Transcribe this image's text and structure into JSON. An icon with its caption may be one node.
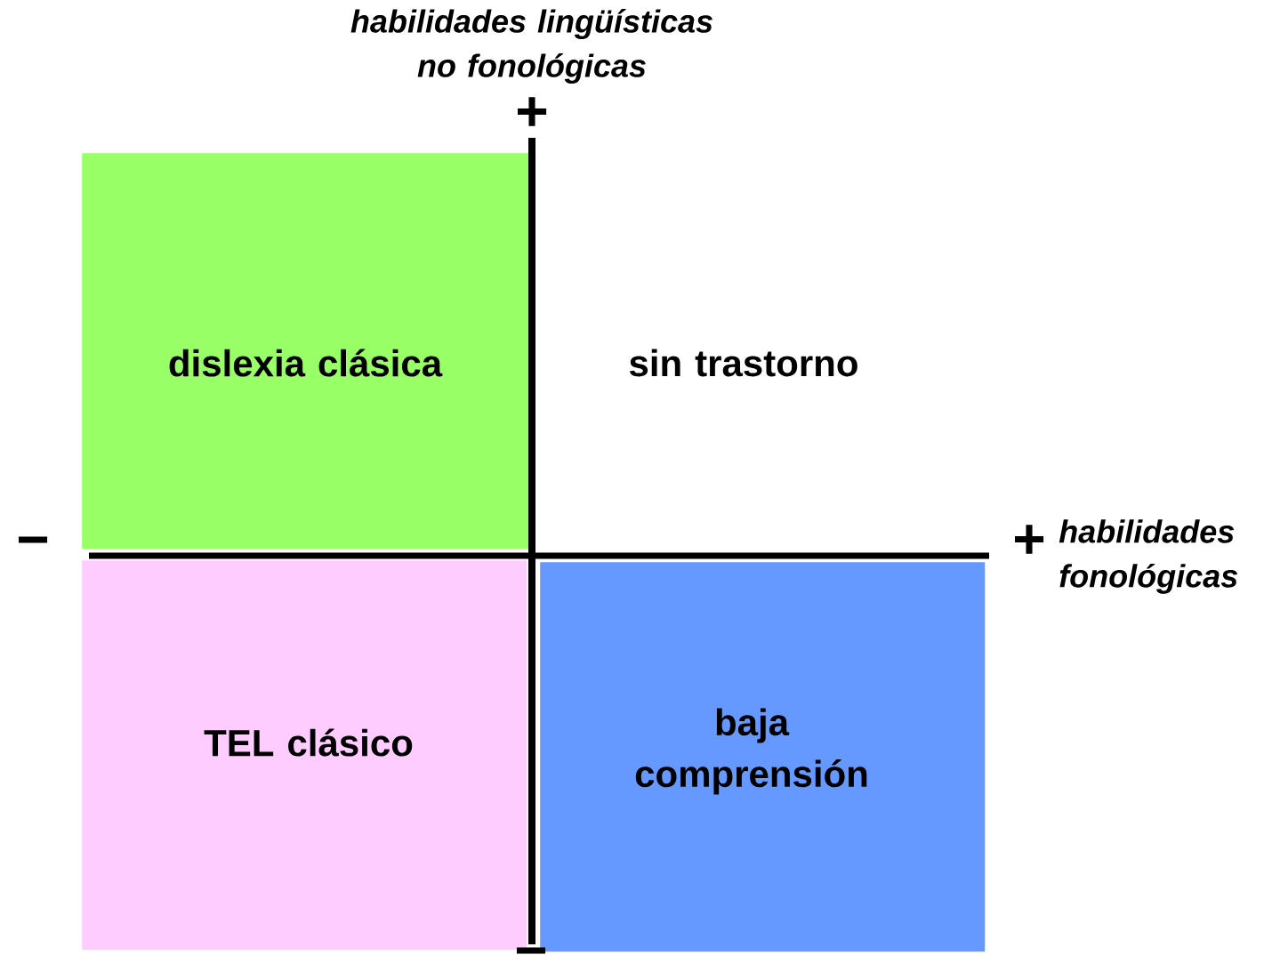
{
  "diagram": {
    "nodes": [
      {
        "text": [
          "dislexia clásica"
        ]
      },
      {
        "text": [
          "sin trastorno"
        ]
      },
      {
        "text": [
          "TEL clásico"
        ]
      },
      {
        "text": [
          "baja comprensión"
        ]
      }
    ],
    "labels": [
      "habilidades lingüísticas no fonológicas",
      "+",
      "−",
      "+",
      "habilidades fonológicas",
      "−"
    ]
  }
}
